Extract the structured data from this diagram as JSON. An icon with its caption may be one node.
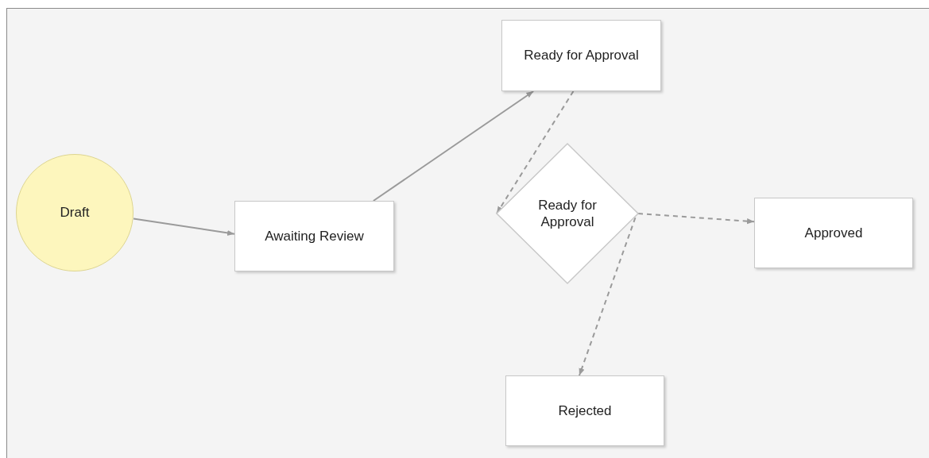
{
  "diagram": {
    "nodes": [
      {
        "text": [
          "Draft"
        ]
      },
      {
        "text": [
          "Awaiting Review"
        ]
      },
      {
        "text": [
          "Ready for Approval"
        ]
      },
      {
        "text": [
          "Ready for Approval"
        ]
      },
      {
        "text": [
          "Approved"
        ]
      },
      {
        "text": [
          "Rejected"
        ]
      }
    ],
    "edges": [
      {
        "from": 0,
        "to": 1,
        "arrow": "to"
      },
      {
        "from": 1,
        "to": 2,
        "arrow": "to"
      },
      {
        "from": 2,
        "to": 3,
        "arrow": "to",
        "style": "dashed"
      },
      {
        "from": 3,
        "to": 4,
        "arrow": "to",
        "style": "dashed"
      },
      {
        "from": 3,
        "to": 5,
        "arrow": "to",
        "style": "dashed"
      }
    ]
  }
}
